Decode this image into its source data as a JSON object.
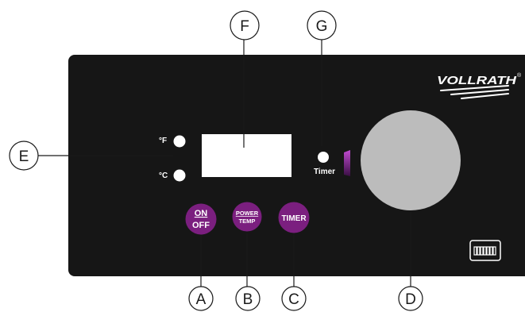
{
  "callouts": {
    "A": "A",
    "B": "B",
    "C": "C",
    "D": "D",
    "E": "E",
    "F": "F",
    "G": "G"
  },
  "indicators": {
    "fahrenheit": "°F",
    "celsius": "°C",
    "timer": "Timer"
  },
  "buttons": {
    "on_label": "ON",
    "off_label": "OFF",
    "power_label": "POWER",
    "temp_label": "TEMP",
    "timer_label": "TIMER"
  },
  "brand": {
    "logo_text": "VOLLRATH",
    "registered": "®"
  },
  "colors": {
    "panel": "#161616",
    "button": "#7b1f7f",
    "knob": "#bcbcbc",
    "display": "#ffffff",
    "led": "#ffffff"
  }
}
